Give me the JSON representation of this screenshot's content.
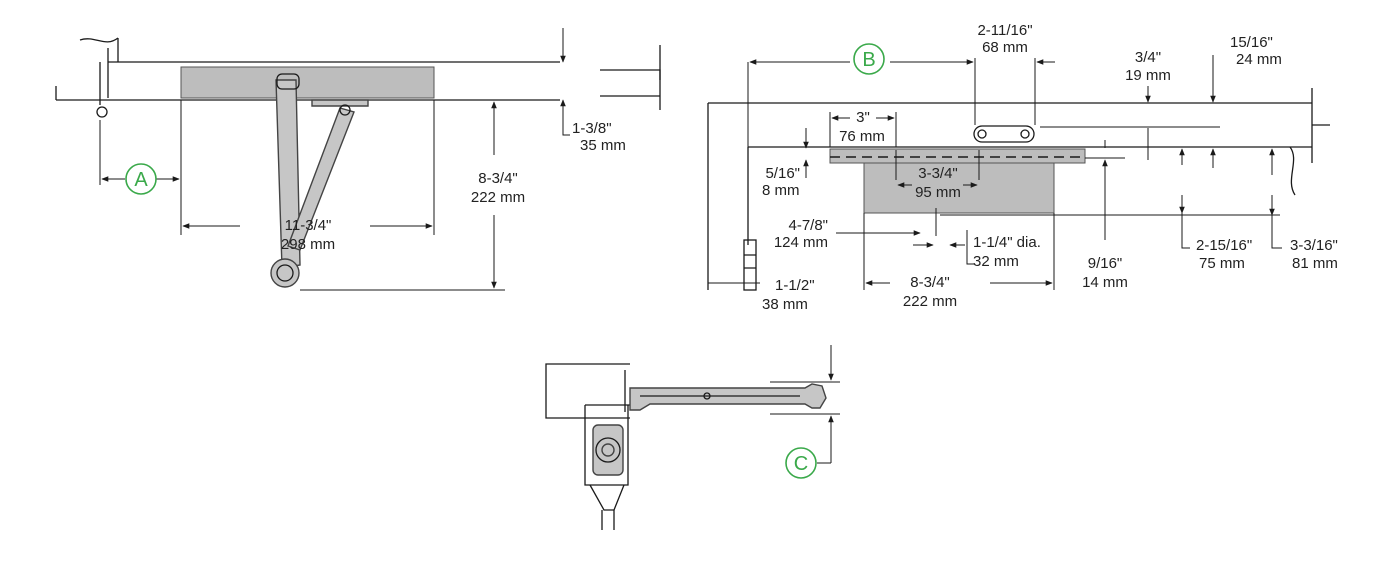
{
  "callouts": {
    "a": "A",
    "b": "B",
    "c": "C"
  },
  "colors": {
    "callout": "#3aa94a",
    "closer_body": "#bdbdbd",
    "line": "#1a1a1a"
  },
  "view_a": {
    "dim_35_in": "1-3/8\"",
    "dim_35_mm": "35 mm",
    "dim_298_in": "11-3/4\"",
    "dim_298_mm": "298 mm",
    "dim_222_in": "8-3/4\"",
    "dim_222_mm": "222 mm"
  },
  "view_b": {
    "dim_68_in": "2-11/16\"",
    "dim_68_mm": "68 mm",
    "dim_19_in": "3/4\"",
    "dim_19_mm": "19 mm",
    "dim_24_in": "15/16\"",
    "dim_24_mm": "24 mm",
    "dim_76_in": "3\"",
    "dim_76_mm": "76 mm",
    "dim_8_in": "5/16\"",
    "dim_8_mm": "8 mm",
    "dim_95_in": "3-3/4\"",
    "dim_95_mm": "95 mm",
    "dim_124_in": "4-7/8\"",
    "dim_124_mm": "124 mm",
    "dim_32_in": "1-1/4\" dia.",
    "dim_32_mm": "32 mm",
    "dim_14_in": "9/16\"",
    "dim_14_mm": "14 mm",
    "dim_75_in": "2-15/16\"",
    "dim_75_mm": "75 mm",
    "dim_81_in": "3-3/16\"",
    "dim_81_mm": "81 mm",
    "dim_38_in": "1-1/2\"",
    "dim_38_mm": "38 mm",
    "dim_222_in": "8-3/4\"",
    "dim_222_mm": "222 mm"
  }
}
